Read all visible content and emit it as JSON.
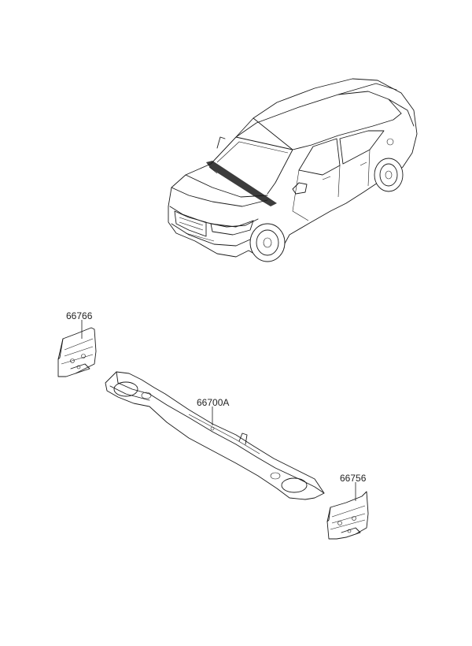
{
  "parts": [
    {
      "id": "part-66766",
      "label": "66766"
    },
    {
      "id": "part-66700A",
      "label": "66700A"
    },
    {
      "id": "part-66756",
      "label": "66756"
    }
  ],
  "colors": {
    "line": "#1a1a1a",
    "background": "#ffffff",
    "text": "#222222"
  }
}
